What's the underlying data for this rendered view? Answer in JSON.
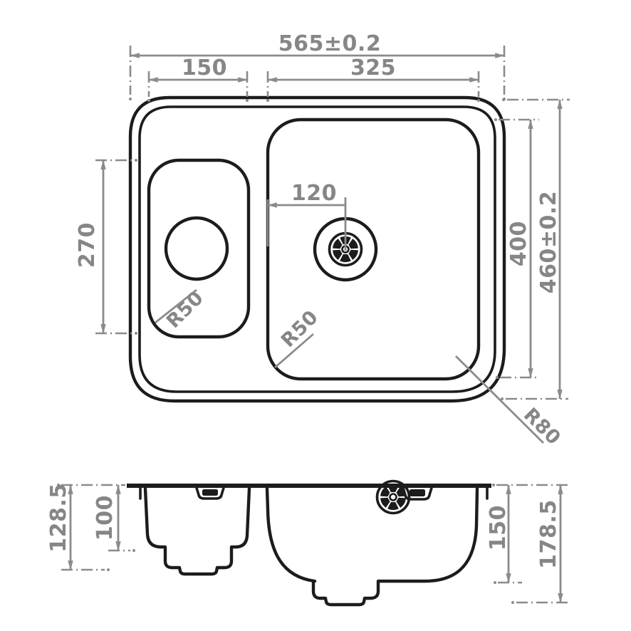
{
  "drawing": {
    "type": "technical dimension drawing of a 1.5 bowl kitchen sink",
    "colors": {
      "outline": "#1c1c1c",
      "dimension": "#8b8b8b",
      "background": "#ffffff"
    },
    "top_view": {
      "dims": {
        "overall_width": "565±0.2",
        "left_bowl_width": "150",
        "right_bowl_width": "325",
        "drain_offset": "120",
        "left_bowl_length": "270",
        "right_bowl_length": "400",
        "overall_depth": "460±0.2",
        "left_bowl_corner_radius": "R50",
        "right_bowl_corner_radius": "R50",
        "outer_corner_radius": "R80"
      }
    },
    "front_view": {
      "dims": {
        "left_bowl_overall_depth": "128.5",
        "left_bowl_depth": "100",
        "right_bowl_depth": "150",
        "right_bowl_overall_depth": "178.5"
      }
    }
  }
}
